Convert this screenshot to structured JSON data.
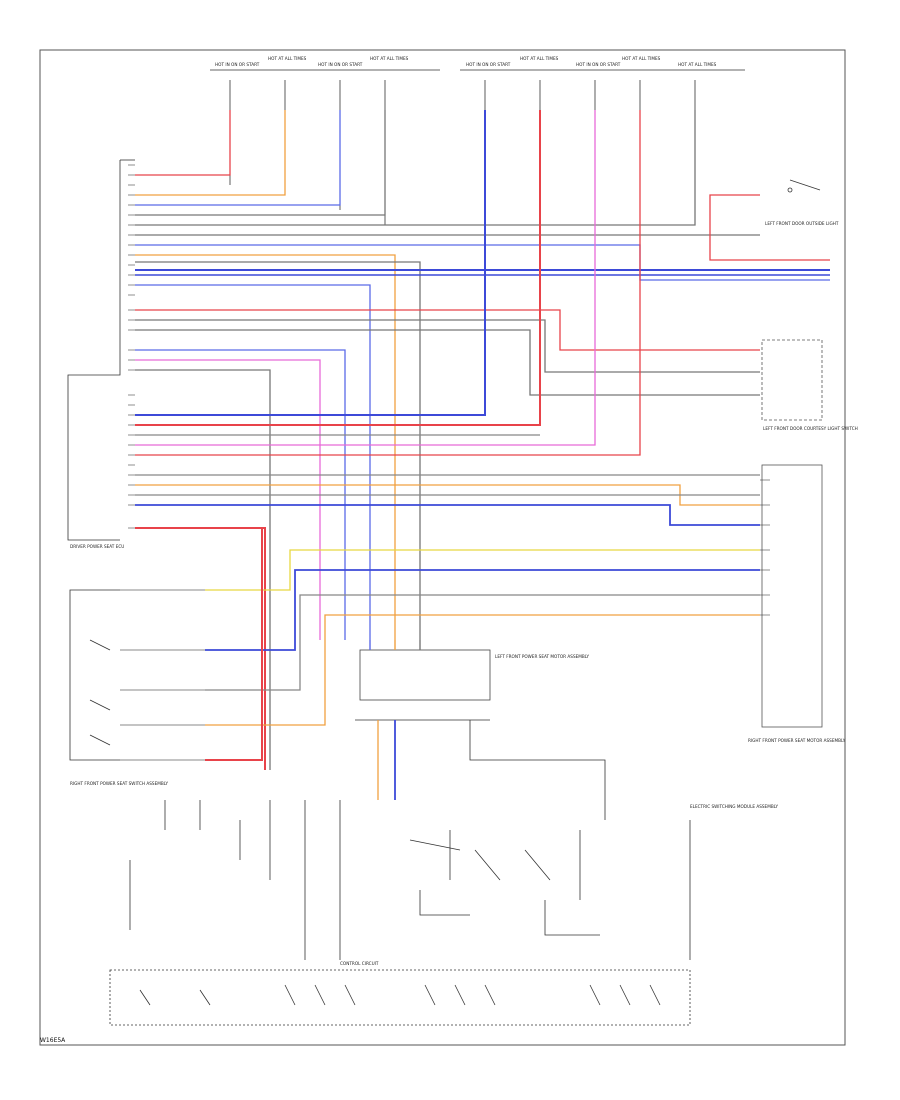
{
  "page_label": "W16E5A",
  "labels": {
    "top_fuses": [
      "HOT IN ON OR START",
      "HOT AT ALL TIMES",
      "HOT IN ON OR START",
      "HOT AT ALL TIMES",
      "HOT IN ON OR START",
      "HOT AT ALL TIMES",
      "HOT IN ON OR START",
      "HOT AT ALL TIMES",
      "HOT AT ALL TIMES"
    ],
    "left_module": "DRIVER POWER SEAT ECU",
    "right_door_switch": "LEFT FRONT DOOR COURTESY LIGHT SWITCH",
    "right_top_switch": "LEFT FRONT DOOR OUTSIDE LIGHT",
    "right_motor": "RIGHT FRONT POWER SEAT MOTOR ASSEMBLY",
    "left_switch": "RIGHT FRONT POWER SEAT SWITCH ASSEMBLY",
    "center_ecu": "LEFT FRONT POWER SEAT MOTOR ASSEMBLY",
    "bottom_right": "ELECTRIC SWITCHING MODULE ASSEMBLY",
    "control_circuit": "CONTROL CIRCUIT"
  }
}
